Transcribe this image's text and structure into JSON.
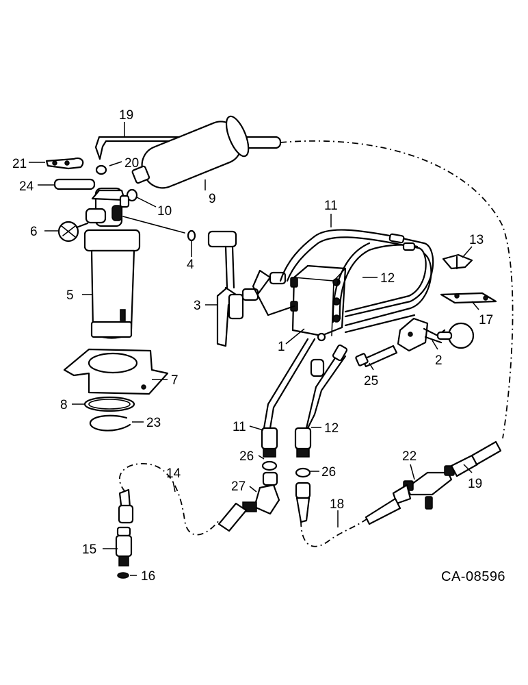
{
  "drawing_code": "CA-08596",
  "callouts": [
    "1",
    "2",
    "3",
    "4",
    "5",
    "6",
    "7",
    "8",
    "9",
    "10",
    "11",
    "11",
    "12",
    "12",
    "13",
    "14",
    "15",
    "16",
    "17",
    "18",
    "19",
    "19",
    "20",
    "21",
    "22",
    "23",
    "24",
    "25",
    "26",
    "26",
    "27"
  ]
}
